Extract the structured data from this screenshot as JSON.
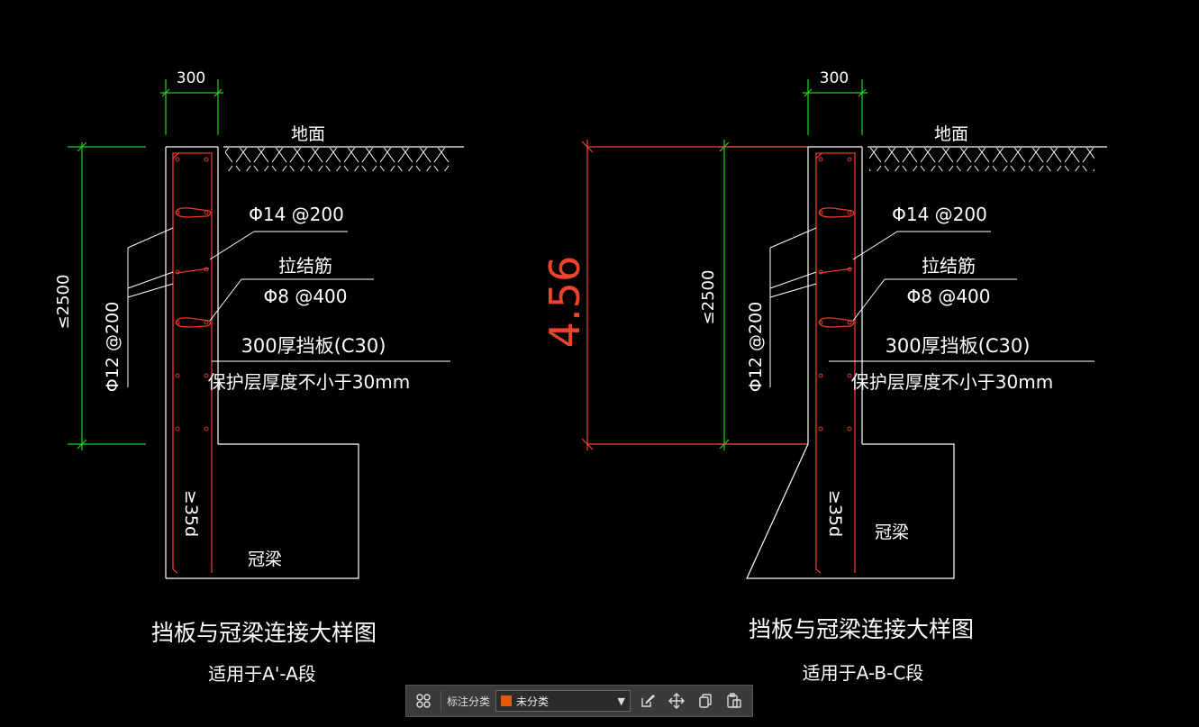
{
  "colors": {
    "background": "#000000",
    "outline": "#ffffff",
    "rebar": "#e83a2a",
    "dimension": "#19d41c",
    "annotation_measure": "#f0432e",
    "category_swatch": "#e8590c"
  },
  "left_detail": {
    "dim_width": "300",
    "ground_label": "地面",
    "rebar_main": "Φ14 @200",
    "tie_bar": "拉结筋",
    "tie_spacing": "Φ8 @400",
    "plate_spec": "300厚挡板(C30)",
    "cover_spec": "保护层厚度不小于30mm",
    "dim_height": "≤2500",
    "rebar_side": "Φ12 @200",
    "anchorage": "≥35d",
    "beam_label": "冠梁",
    "title": "挡板与冠梁连接大样图",
    "subtitle": "适用于A'-A段"
  },
  "right_detail": {
    "dim_width": "300",
    "ground_label": "地面",
    "rebar_main": "Φ14 @200",
    "tie_bar": "拉结筋",
    "tie_spacing": "Φ8 @400",
    "plate_spec": "300厚挡板(C30)",
    "cover_spec": "保护层厚度不小于30mm",
    "dim_height": "≤2500",
    "rebar_side": "Φ12 @200",
    "anchorage": "≥35d",
    "beam_label": "冠梁",
    "title": "挡板与冠梁连接大样图",
    "subtitle": "适用于A-B-C段"
  },
  "measurement": {
    "value": "4.56"
  },
  "toolbar": {
    "grid_icon": "grid-icon",
    "category_label": "标注分类",
    "category_value": "未分类",
    "tools": [
      "edit-icon",
      "move-icon",
      "copy-icon",
      "paste-icon"
    ]
  }
}
